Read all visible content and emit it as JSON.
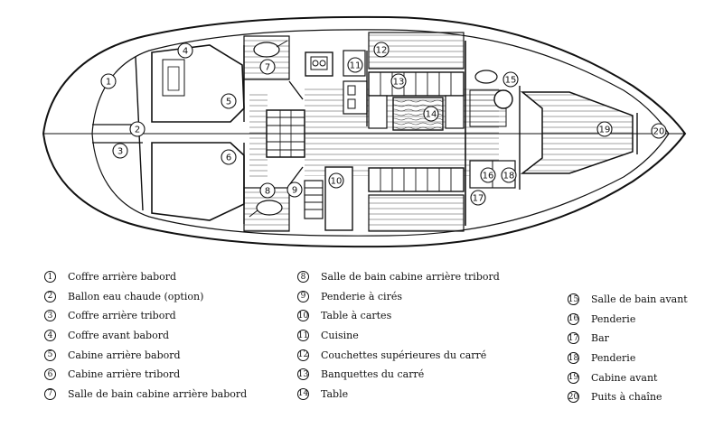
{
  "callouts": [
    "1",
    "2",
    "3",
    "4",
    "5",
    "6",
    "7",
    "8",
    "9",
    "10",
    "11",
    "12",
    "13",
    "14",
    "15",
    "16",
    "17",
    "18",
    "19",
    "20"
  ],
  "legend": [
    {
      "num": "1",
      "label": "Coffre arrière babord"
    },
    {
      "num": "2",
      "label": "Ballon eau chaude (option)"
    },
    {
      "num": "3",
      "label": "Coffre arrière tribord"
    },
    {
      "num": "4",
      "label": "Coffre avant babord"
    },
    {
      "num": "5",
      "label": "Cabine arrière babord"
    },
    {
      "num": "6",
      "label": "Cabine arrière tribord"
    },
    {
      "num": "7",
      "label": "Salle de bain cabine arrière babord"
    },
    {
      "num": "8",
      "label": "Salle de bain cabine arrière tribord"
    },
    {
      "num": "9",
      "label": "Penderie à cirés"
    },
    {
      "num": "10",
      "label": "Table à cartes"
    },
    {
      "num": "11",
      "label": "Cuisine"
    },
    {
      "num": "12",
      "label": "Couchettes supérieures du carré"
    },
    {
      "num": "13",
      "label": "Banquettes du carré"
    },
    {
      "num": "14",
      "label": "Table"
    },
    {
      "num": "15",
      "label": "Salle de bain avant"
    },
    {
      "num": "16",
      "label": "Penderie"
    },
    {
      "num": "17",
      "label": "Bar"
    },
    {
      "num": "18",
      "label": "Penderie"
    },
    {
      "num": "19",
      "label": "Cabine avant"
    },
    {
      "num": "20",
      "label": "Puits à chaîne"
    }
  ]
}
